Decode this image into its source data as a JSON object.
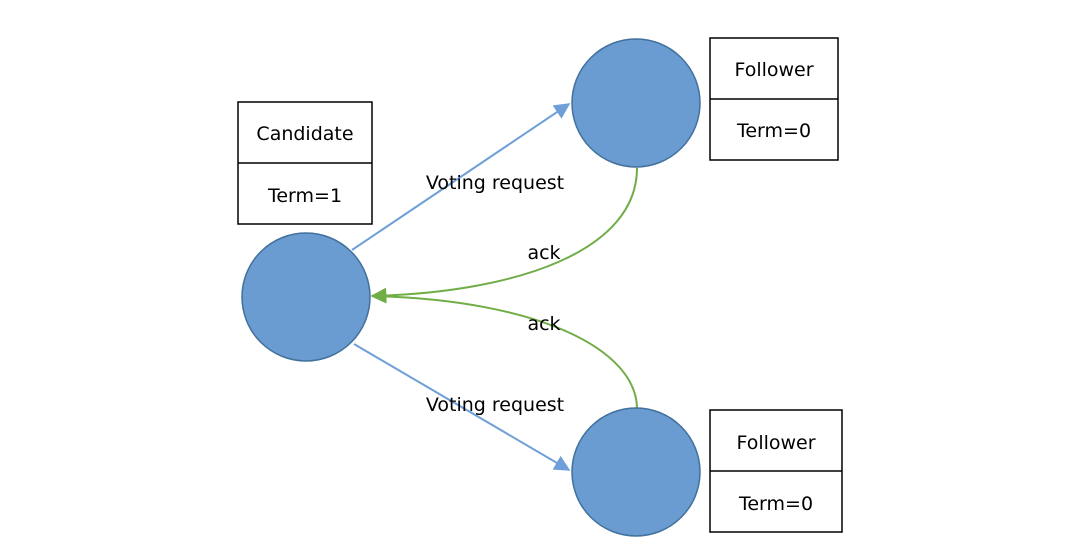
{
  "nodes": {
    "candidate": {
      "role": "Candidate",
      "term": "Term=1"
    },
    "follower_top": {
      "role": "Follower",
      "term": "Term=0"
    },
    "follower_bottom": {
      "role": "Follower",
      "term": "Term=0"
    }
  },
  "edges": {
    "vote_top": "Voting request",
    "vote_bottom": "Voting request",
    "ack_top": "ack",
    "ack_bottom": "ack"
  },
  "colors": {
    "node_fill": "#6a9bd1",
    "node_stroke": "#41719c",
    "vote_arrow": "#6f9fd8",
    "ack_arrow": "#70ad47",
    "box_stroke": "#000000"
  }
}
